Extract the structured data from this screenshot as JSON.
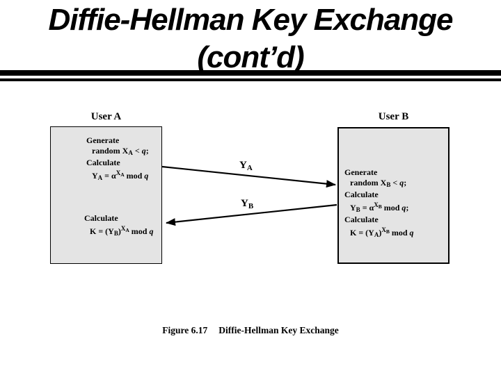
{
  "title": {
    "line1": "Diffie-Hellman Key Exchange",
    "line2": "(cont’d)"
  },
  "diagram": {
    "user_a": "User A",
    "user_b": "User B",
    "arrow_ya": {
      "base": "Y",
      "sub": "A"
    },
    "arrow_yb": {
      "base": "Y",
      "sub": "B"
    },
    "box_a": {
      "l1": "Generate",
      "l2": {
        "pre": "random X",
        "sub": "A",
        "lt": " < ",
        "q": "q",
        "end": ";"
      },
      "l3": "Calculate",
      "l4": {
        "y": "Y",
        "ysub": "A",
        "eq": " = ",
        "alpha": "α",
        "supx": "X",
        "supsub": "A",
        "mod": " mod ",
        "q": "q"
      },
      "l5": "Calculate",
      "l6": {
        "k": "K = (Y",
        "sub": "B",
        "close": ")",
        "supx": "X",
        "supsub": "A",
        "mod": " mod ",
        "q": "q"
      }
    },
    "box_b": {
      "l1": "Generate",
      "l2": {
        "pre": "random X",
        "sub": "B",
        "lt": " < ",
        "q": "q",
        "end": ";"
      },
      "l3": "Calculate",
      "l4": {
        "y": "Y",
        "ysub": "B",
        "eq": " = ",
        "alpha": "α",
        "supx": "X",
        "supsub": "B",
        "mod": " mod ",
        "q": "q",
        "end": ";"
      },
      "l5": "Calculate",
      "l6": {
        "k": "K = (Y",
        "sub": "A",
        "close": ")",
        "supx": "X",
        "supsub": "B",
        "mod": " mod ",
        "q": "q"
      }
    }
  },
  "caption": {
    "figure": "Figure 6.17",
    "text": "Diffie-Hellman Key Exchange"
  },
  "colors": {
    "ink": "#000000",
    "box_fill": "#e4e4e4"
  }
}
